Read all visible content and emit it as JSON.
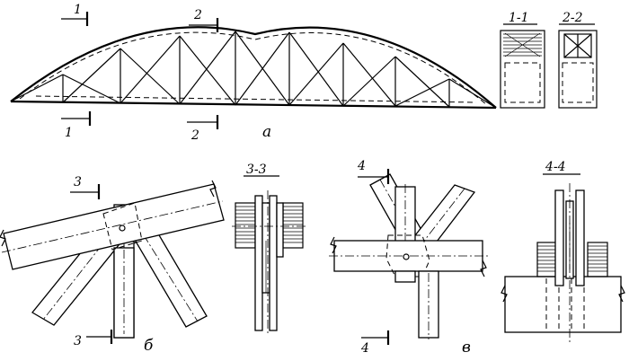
{
  "labels": {
    "panel_a": "а",
    "panel_b": "б",
    "panel_v": "в",
    "sec_1_1": "1-1",
    "sec_2_2": "2-2",
    "sec_3_3": "3-3",
    "sec_4_4": "4-4",
    "mark_1": "1",
    "mark_2": "2",
    "mark_3": "3",
    "mark_4": "4"
  }
}
